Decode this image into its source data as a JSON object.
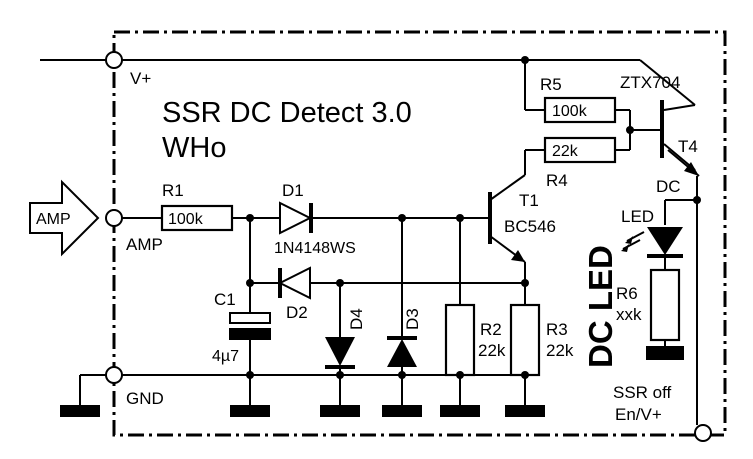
{
  "title": {
    "line1": "SSR DC Detect 3.0",
    "line2": "WHo"
  },
  "input_arrow": "AMP",
  "nets": {
    "vplus": "V+",
    "amp": "AMP",
    "gnd": "GND",
    "dc": "DC",
    "ssr_line1": "SSR off",
    "ssr_line2": "En/V+"
  },
  "dc_led_label": "DC LED",
  "components": {
    "r1": {
      "ref": "R1",
      "value": "100k"
    },
    "r2": {
      "ref": "R2",
      "value": "22k"
    },
    "r3": {
      "ref": "R3",
      "value": "22k"
    },
    "r4": {
      "ref": "R4",
      "value": "22k"
    },
    "r5": {
      "ref": "R5",
      "value": "100k"
    },
    "r6": {
      "ref": "R6",
      "value": "xxk"
    },
    "c1": {
      "ref": "C1",
      "value": "4µ7"
    },
    "d1": {
      "ref": "D1",
      "value": "1N4148WS"
    },
    "d2": {
      "ref": "D2"
    },
    "d3": {
      "ref": "D3"
    },
    "d4": {
      "ref": "D4"
    },
    "t1": {
      "ref": "T1",
      "value": "BC546"
    },
    "t4": {
      "ref": "T4",
      "value": "ZTX704"
    },
    "led": {
      "ref": "LED"
    }
  }
}
